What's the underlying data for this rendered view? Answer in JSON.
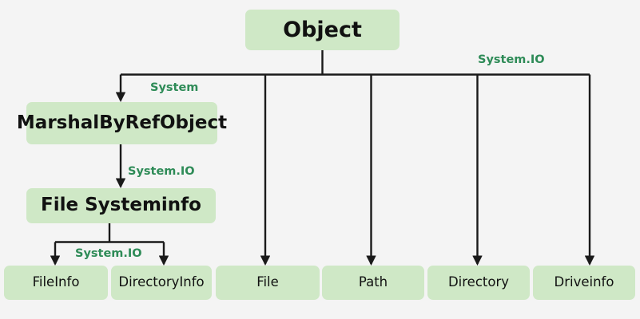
{
  "diagram": {
    "title": "Object",
    "background_color": "#f4f4f4",
    "node_fill_color": "#cfe8c6",
    "node_text_color": "#111111",
    "edge_color": "#1a1a1a",
    "edge_label_color": "#2e8b57",
    "nodes": [
      {
        "id": "object",
        "label": "Object",
        "level": "root"
      },
      {
        "id": "marshalbyrefobject",
        "label": "MarshalByRefObject",
        "level": "mid"
      },
      {
        "id": "filesysteminfo",
        "label": "File Systeminfo",
        "level": "mid"
      },
      {
        "id": "fileinfo",
        "label": "FileInfo",
        "level": "leaf"
      },
      {
        "id": "directoryinfo",
        "label": "DirectoryInfo",
        "level": "leaf"
      },
      {
        "id": "file",
        "label": "File",
        "level": "leaf"
      },
      {
        "id": "path",
        "label": "Path",
        "level": "leaf"
      },
      {
        "id": "directory",
        "label": "Directory",
        "level": "leaf"
      },
      {
        "id": "driveinfo",
        "label": "Driveinfo",
        "level": "leaf"
      }
    ],
    "edge_labels": [
      {
        "id": "system-io-top",
        "text": "System.IO"
      },
      {
        "id": "system-marshal",
        "text": "System"
      },
      {
        "id": "system-io-filesysteminfo",
        "text": "System.IO"
      },
      {
        "id": "system-io-leaf-split",
        "text": "System.IO"
      }
    ]
  }
}
